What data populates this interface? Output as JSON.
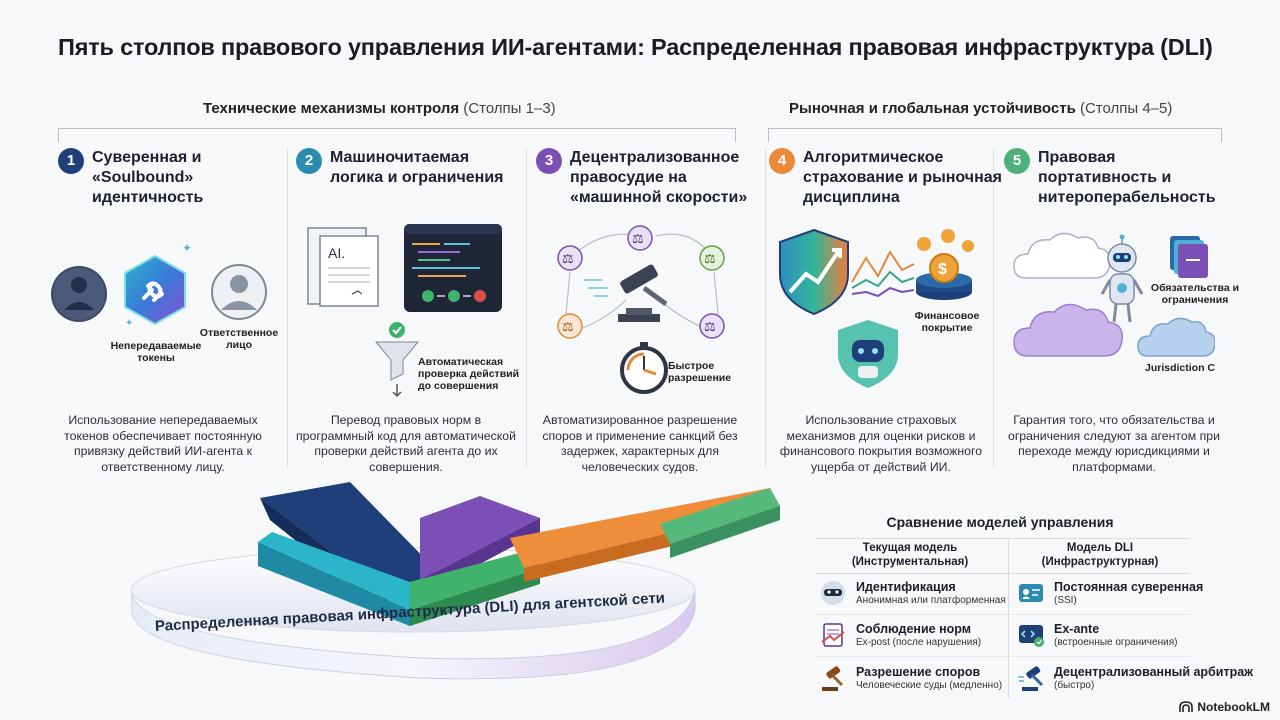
{
  "title": "Пять столпов правового управления ИИ-агентами: Распределенная правовая инфраструктура (DLI)",
  "sections": [
    {
      "title": "Технические механизмы контроля",
      "range": "(Столпы 1–3)"
    },
    {
      "title": "Рыночная и глобальная устойчивость",
      "range": "(Столпы 4–5)"
    }
  ],
  "pillars": [
    {
      "num": "1",
      "title": "Суверенная и «Soulbound» идентичность",
      "desc": "Использование непередаваемых токенов обеспечивает постоянную привязку действий ИИ-агента к ответственному лицу.",
      "labels": [
        "Непередаваемые токены",
        "Ответственное лицо"
      ],
      "color": "#1f3f7a"
    },
    {
      "num": "2",
      "title": "Машиночитаемая логика и ограничения",
      "desc": "Перевод правовых норм в программный код для автоматической проверки действий агента до их совершения.",
      "labels": [
        "Автоматическая проверка действий до совершения",
        "AI."
      ],
      "color": "#2b8cb0"
    },
    {
      "num": "3",
      "title": "Децентрализованное правосудие на «машинной скорости»",
      "desc": "Автоматизированное разрешение споров и применение санкций без задержек, характерных для человеческих судов.",
      "labels": [
        "Быстрое разрешение"
      ],
      "color": "#7b4fb5"
    },
    {
      "num": "4",
      "title": "Алгоритмическое страхование и рыночная дисциплина",
      "desc": "Использование страховых механизмов для оценки рисков и финансового покрытия возможного ущерба от действий ИИ.",
      "labels": [
        "Финансовое покрытие"
      ],
      "color": "#ec8a3a"
    },
    {
      "num": "5",
      "title": "Правовая портативность и нитероперабельность",
      "desc": "Гарантия того, что обязательства и ограничения следуют за агентом при переходе между юрисдикциями и платформами.",
      "labels": [
        "Обязательства и ограничения",
        "Jurisdiction C"
      ],
      "color": "#4fb07c"
    }
  ],
  "platform_label": "Распределенная правовая инфраструктура (DLI) для агентской сети",
  "comparison": {
    "title": "Сравнение моделей управления",
    "col_current": "Текущая модель (Инструментальная)",
    "col_dli": "Модель DLI (Инфраструктурная)",
    "rows": [
      {
        "current_name": "Идентификация",
        "current_sub": "Анонимная или платформенная",
        "dli_name": "Постоянная суверенная",
        "dli_sub": "(SSI)"
      },
      {
        "current_name": "Соблюдение норм",
        "current_sub": "Ex-post (после нарушения)",
        "dli_name": "Ex-ante",
        "dli_sub": "(встроенные ограничения)"
      },
      {
        "current_name": "Разрешение споров",
        "current_sub": "Человеческие суды (медленно)",
        "dli_name": "Децентрализованный арбитраж",
        "dli_sub": "(быстро)"
      }
    ]
  },
  "brand": "NotebookLM",
  "icons": [
    "person-icon",
    "token-link-icon",
    "document-icon",
    "code-editor-icon",
    "funnel-check-icon",
    "scales-icon",
    "gavel-icon",
    "stopwatch-icon",
    "shield-chart-icon",
    "coins-icon",
    "robot-icon",
    "cloud-icon",
    "mask-icon",
    "id-card-icon",
    "code-check-icon"
  ]
}
